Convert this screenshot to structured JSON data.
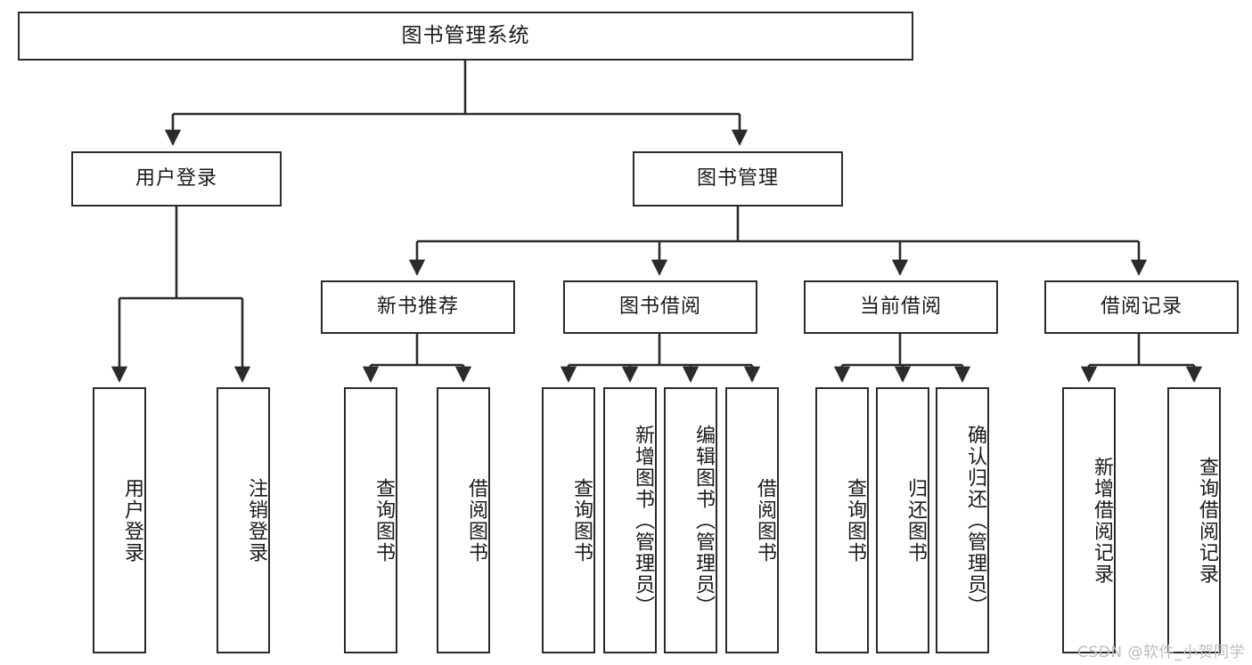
{
  "diagram": {
    "title": "图书管理系统",
    "root": {
      "id": "root",
      "label": "图书管理系统"
    },
    "level1": [
      {
        "id": "user-login",
        "label": "用户登录"
      },
      {
        "id": "book-manage",
        "label": "图书管理"
      }
    ],
    "level2": [
      {
        "id": "new-book-recommend",
        "label": "新书推荐"
      },
      {
        "id": "book-borrow",
        "label": "图书借阅"
      },
      {
        "id": "current-borrow",
        "label": "当前借阅"
      },
      {
        "id": "borrow-record",
        "label": "借阅记录"
      }
    ],
    "leaves": {
      "user_login": [
        {
          "id": "leaf-user-login",
          "label": "用户登录"
        },
        {
          "id": "leaf-logout-login",
          "label": "注销登录"
        }
      ],
      "new_book_recommend": [
        {
          "id": "leaf-query-book-1",
          "label": "查询图书"
        },
        {
          "id": "leaf-borrow-book-1",
          "label": "借阅图书"
        }
      ],
      "book_borrow": [
        {
          "id": "leaf-query-book-2",
          "label": "查询图书"
        },
        {
          "id": "leaf-add-book",
          "label": "新增图书（管理员）"
        },
        {
          "id": "leaf-edit-book",
          "label": "编辑图书（管理员）"
        },
        {
          "id": "leaf-borrow-book-2",
          "label": "借阅图书"
        }
      ],
      "current_borrow": [
        {
          "id": "leaf-query-book-3",
          "label": "查询图书"
        },
        {
          "id": "leaf-return-book",
          "label": "归还图书"
        },
        {
          "id": "leaf-confirm-return",
          "label": "确认归还（管理员）"
        }
      ],
      "borrow_record": [
        {
          "id": "leaf-add-record",
          "label": "新增借阅记录"
        },
        {
          "id": "leaf-query-record",
          "label": "查询借阅记录"
        }
      ]
    }
  },
  "watermark": {
    "text": "CSDN @软件_小贺同学"
  },
  "colors": {
    "stroke": "#2b2b2b",
    "box_fill": "#ffffff",
    "text": "#1a1a1a",
    "watermark": "#bdbdbd",
    "background": "#ffffff"
  }
}
